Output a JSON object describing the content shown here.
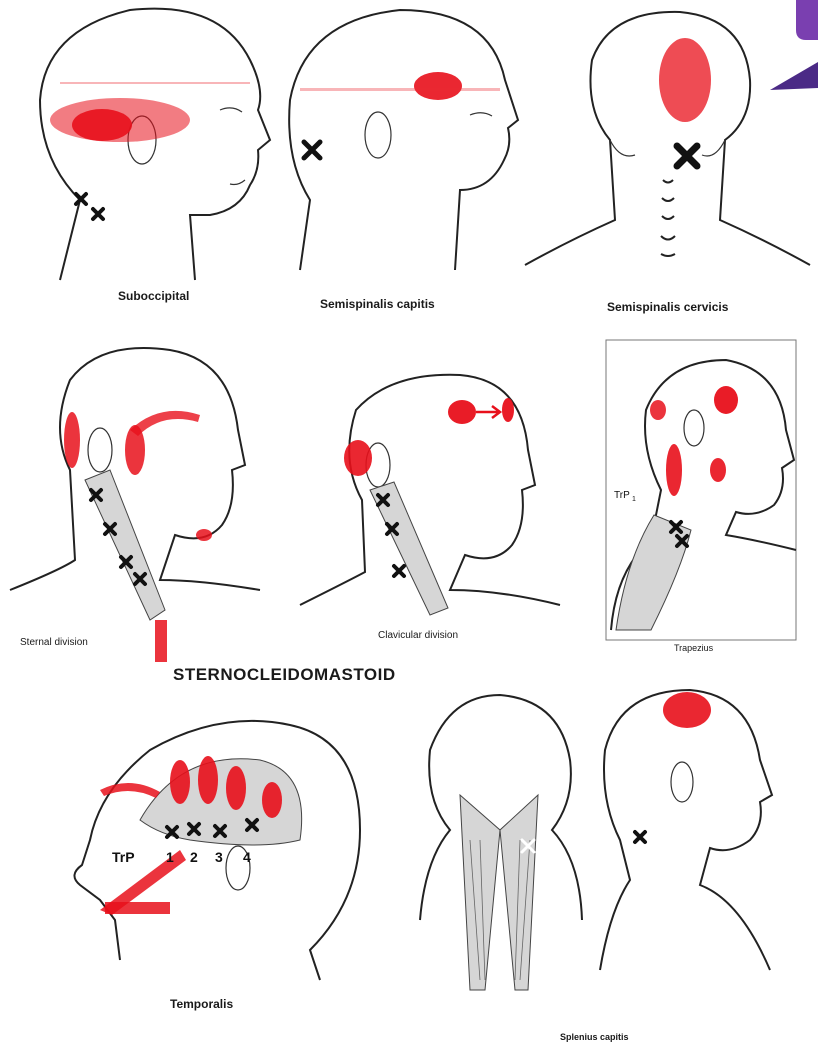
{
  "title": "STERNOCLEIDOMASTOID",
  "captions": {
    "suboccipital": "Suboccipital",
    "semispinalis_capitis": "Semispinalis capitis",
    "semispinalis_cervicis": "Semispinalis cervicis",
    "sternal_division": "Sternal division",
    "clavicular_division": "Clavicular division",
    "trapezius": "Trapezius",
    "temporalis": "Temporalis",
    "splenius_capitis": "Splenius capitis"
  },
  "labels": {
    "trapezius_trp": "TrP",
    "trapezius_trp_sub": "1",
    "temporalis_trp": "TrP",
    "temporalis_numbers": [
      "1",
      "2",
      "3",
      "4"
    ]
  },
  "colors": {
    "pain": "#e8101b",
    "outline": "#222222",
    "muscle": "#d6d6d6",
    "accent": "#7a3fb0"
  }
}
